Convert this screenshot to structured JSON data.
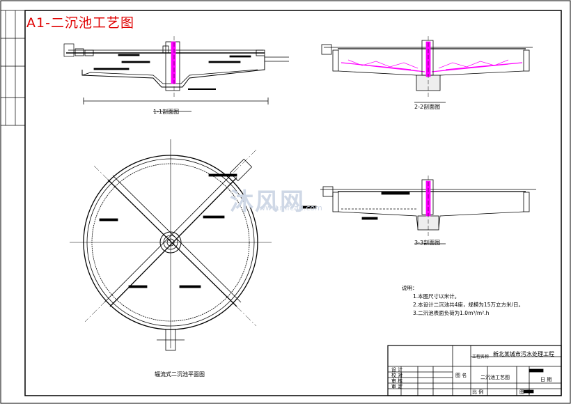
{
  "drawing": {
    "title": "A1-二沉池工艺图",
    "section_1_label": "1-1剖面图",
    "section_2_label": "2-2剖面图",
    "section_3_label": "3-3剖面图",
    "plan_label": "辐流式二沉池平面图",
    "watermark": "沐风网",
    "watermark_url": "www.mfcad.com"
  },
  "notes": {
    "heading": "说明：",
    "items": [
      "1.本图尺寸以米计。",
      "2.本设计二沉池共4座，规模为15万立方米/日。",
      "3.二沉池表面负荷为1.0m³/m².h"
    ]
  },
  "title_block": {
    "project_label": "工程名称",
    "project_name": "新北某城市污水处理工程",
    "drawing_name": "二沉池工艺图",
    "row_labels": [
      "设 计",
      "校 对",
      "审 核",
      "审 定"
    ],
    "label_scale": "比 例",
    "label_sheet": "图 号",
    "label_date": "日 期",
    "label_drawing": "图 名"
  },
  "colors": {
    "accent": "#e00000",
    "magenta": "#ff00ff",
    "line": "#000000"
  }
}
